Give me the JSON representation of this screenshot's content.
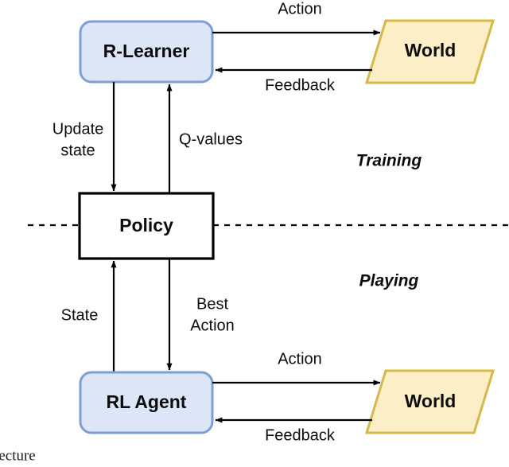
{
  "diagram": {
    "caption": "recture",
    "colors": {
      "agent_fill": "#dce6f7",
      "agent_stroke": "#7f9fd4",
      "world_fill": "#fcefc8",
      "world_stroke": "#d6b84a",
      "policy_fill": "#ffffff",
      "policy_stroke": "#000000",
      "line": "#000000",
      "text": "#0d0d0d"
    },
    "nodes": {
      "r_learner": {
        "label": "R-Learner",
        "shape": "rounded-rect"
      },
      "world_top": {
        "label": "World",
        "shape": "parallelogram"
      },
      "policy": {
        "label": "Policy",
        "shape": "rect"
      },
      "rl_agent": {
        "label": "RL Agent",
        "shape": "rounded-rect"
      },
      "world_bottom": {
        "label": "World",
        "shape": "parallelogram"
      }
    },
    "edges": {
      "action_top": "Action",
      "feedback_top": "Feedback",
      "update_state_line1": "Update",
      "update_state_line2": "state",
      "q_values": "Q-values",
      "state": "State",
      "best_action_line1": "Best",
      "best_action_line2": "Action",
      "action_bottom": "Action",
      "feedback_bottom": "Feedback"
    },
    "phases": {
      "training": "Training",
      "playing": "Playing"
    }
  }
}
